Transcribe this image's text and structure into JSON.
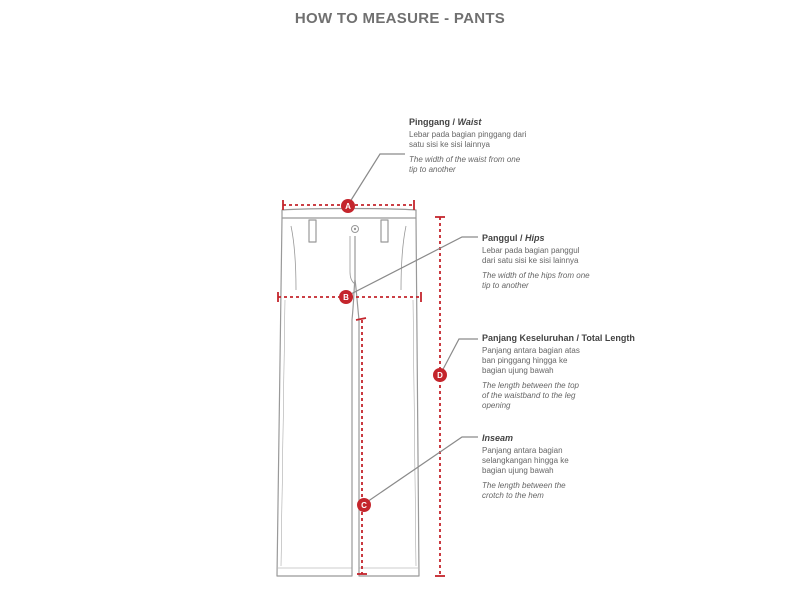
{
  "title": "HOW TO MEASURE - PANTS",
  "colors": {
    "accent": "#c4252c",
    "outline": "#999999",
    "leader": "#8a8a8a"
  },
  "measurements": [
    {
      "letter": "A",
      "heading_id": "Pinggang / ",
      "heading_en": "Waist",
      "desc_id": "Lebar pada bagian pinggang dari satu sisi ke sisi lainnya",
      "desc_en": "The width of the waist from one tip to another"
    },
    {
      "letter": "B",
      "heading_id": "Panggul / ",
      "heading_en": "Hips",
      "desc_id": "Lebar pada bagian panggul dari satu sisi ke sisi lainnya",
      "desc_en": "The width of the hips from one tip to another"
    },
    {
      "letter": "C",
      "heading_id": "",
      "heading_en": "Inseam",
      "desc_id": "Panjang antara bagian selangkangan hingga ke bagian ujung bawah",
      "desc_en": "The length between the crotch to the hem"
    },
    {
      "letter": "D",
      "heading_id": "Panjang Keseluruhan / Total Length",
      "heading_en": "",
      "desc_id": "Panjang antara bagian atas ban pinggang hingga ke bagian ujung bawah",
      "desc_en": "The length between the top of the waistband to the leg opening"
    }
  ]
}
